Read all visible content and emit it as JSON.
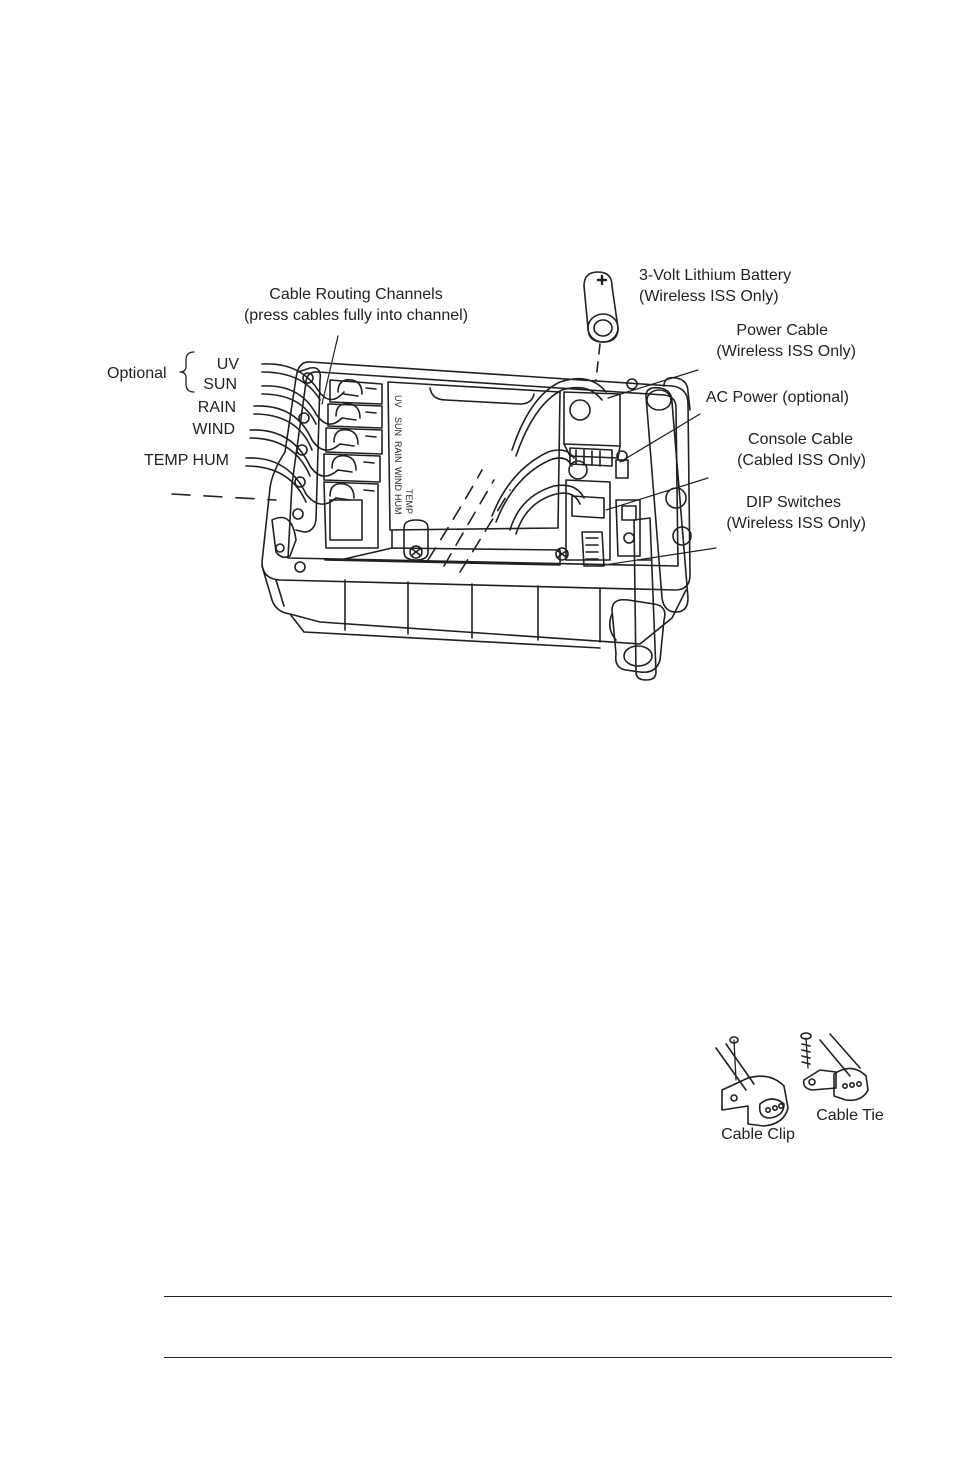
{
  "diagram": {
    "callouts_left": {
      "optional": "Optional",
      "uv": "UV",
      "sun": "SUN",
      "rain": "RAIN",
      "wind": "WIND",
      "temp_hum": "TEMP HUM"
    },
    "cable_routing": {
      "line1": "Cable Routing Channels",
      "line2": "(press cables fully into channel)"
    },
    "battery": {
      "line1": "3-Volt Lithium Battery",
      "line2": "(Wireless ISS Only)"
    },
    "power_cable": {
      "line1": "Power Cable",
      "line2": "(Wireless ISS Only)"
    },
    "ac_power": "AC Power (optional)",
    "console_cable": {
      "line1": "Console Cable",
      "line2": "(Cabled ISS Only)"
    },
    "dip_switches": {
      "line1": "DIP Switches",
      "line2": "(Wireless ISS Only)"
    },
    "board_labels": {
      "uv": "UV",
      "sun": "SUN",
      "rain": "RAIN",
      "wind": "WIND",
      "hum": "HUM",
      "temp": "TEMP"
    }
  },
  "accessories": {
    "cable_clip": "Cable Clip",
    "cable_tie": "Cable Tie"
  }
}
